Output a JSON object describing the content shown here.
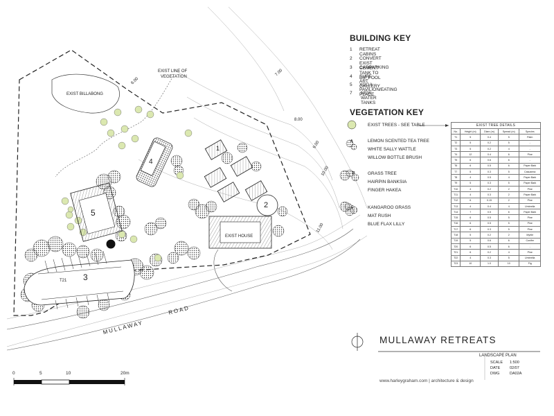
{
  "building_key": {
    "title": "BUILDING KEY",
    "items": [
      {
        "num": "1",
        "label": "RETREAT CABINS"
      },
      {
        "num": "2",
        "label": "CONVERT EXIST CEMENT TANK TO DIP POOL"
      },
      {
        "num": "3",
        "label": "CARPARKING"
      },
      {
        "num": "4",
        "label": "SURF ART GALLERY"
      },
      {
        "num": "5",
        "label": "YOGA PAVILION/EATING PLACE"
      },
      {
        "num": "7",
        "label": "NEW WATER TANKS"
      }
    ]
  },
  "vegetation_key": {
    "title": "VEGETATION KEY",
    "exist_trees_label": "EXIST TREES - SEE TABLE",
    "group_a": [
      "LEMON SCENTED TEA TREE",
      "WHITE SALLY WATTLE",
      "WILLOW BOTTLE BRUSH"
    ],
    "group_b": [
      "GRASS TREE",
      "HAIRPIN BANKSIA",
      "FINGER HAKEA"
    ],
    "group_c": [
      "KANGAROO GRASS",
      "MAT RUSH",
      "BLUE FLAX LILLY"
    ],
    "symbol_a": "A",
    "symbol_b": "B",
    "symbol_c": "C"
  },
  "tree_table": {
    "title": "EXIST TREE DETAILS",
    "headers": [
      "No.",
      "Height (m)",
      "Diam (m)",
      "Spread (m)",
      "Species"
    ],
    "rows": [
      [
        "T1",
        "5",
        "0.4",
        "5",
        "Palm"
      ],
      [
        "T2",
        "5",
        "0.2",
        "5",
        "-"
      ],
      [
        "T3",
        "5",
        "0.2",
        "4",
        "-"
      ],
      [
        "T4",
        "12",
        "0.4",
        "6",
        "Pine"
      ],
      [
        "T5",
        "6",
        "0.6",
        "6",
        "-"
      ],
      [
        "T6",
        "6",
        "0.5",
        "6",
        "Paper Bark"
      ],
      [
        "T7",
        "5",
        "0.3",
        "5",
        "Casuarina"
      ],
      [
        "T8",
        "4",
        "0.5",
        "4",
        "Paper Bark"
      ],
      [
        "T9",
        "5",
        "0.3",
        "5",
        "Paper Bark"
      ],
      [
        "T10",
        "4",
        "0.2",
        "2",
        "Pine"
      ],
      [
        "T11",
        "4",
        "0.3",
        "2",
        "Paper Bark"
      ],
      [
        "T12",
        "6",
        "0.15",
        "2",
        "Pine"
      ],
      [
        "T13",
        "4",
        "0.4",
        "4",
        "Umbrella"
      ],
      [
        "T14",
        "7",
        "0.5",
        "6",
        "Paper Bark"
      ],
      [
        "T15",
        "6",
        "0.5",
        "5",
        "Pine"
      ],
      [
        "T16",
        "6",
        "0.5",
        "5",
        "Pine"
      ],
      [
        "T17",
        "6",
        "0.3",
        "5",
        "Pine"
      ],
      [
        "T18",
        "5",
        "0.2",
        "2",
        "Myrtle"
      ],
      [
        "T19",
        "5",
        "0.6",
        "6",
        "Conifer"
      ],
      [
        "T20",
        "6",
        "0.5",
        "6",
        "-"
      ],
      [
        "T21",
        "6",
        "0.2",
        "4",
        "Pine"
      ],
      [
        "T22",
        "4",
        "0.3",
        "5",
        "Umbrella"
      ],
      [
        "T23",
        "10",
        "1.0",
        "10",
        "Fig"
      ]
    ]
  },
  "title_block": {
    "title": "MULLAWAY RETREATS",
    "subtitle": "LANDSCAPE PLAN",
    "scale_label": "SCALE",
    "scale_value": "1:500",
    "date_label": "DATE",
    "date_value": "02/07",
    "dwg_label": "DWG",
    "dwg_value": "DA02A",
    "footer": "www.harleygraham.com | architecture & design"
  },
  "scale_bar": {
    "l0": "0",
    "l5": "5",
    "l10": "10",
    "l20": "20m"
  },
  "plan": {
    "exist_billabong": "EXIST BILLABONG",
    "exist_veg_1": "EXIST LINE OF",
    "exist_veg_2": "VEGETATION",
    "exist_house": "EXIST HOUSE",
    "road_1": "MULLAWAY",
    "road_2": "ROAD",
    "t21": "T21",
    "contour_600": "6.00",
    "contour_700": "7.00",
    "contour_800": "8.00",
    "contour_900": "9.00",
    "contour_1000": "10.00",
    "contour_1100": "11.00",
    "b1": "1",
    "b2": "2",
    "b3": "3",
    "b4": "4",
    "b5": "5"
  }
}
